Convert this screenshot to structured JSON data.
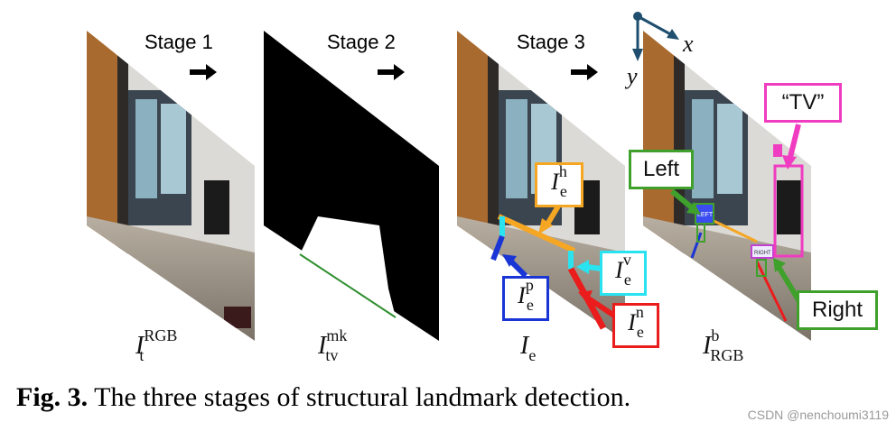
{
  "stages": {
    "stage1": "Stage 1",
    "stage2": "Stage 2",
    "stage3": "Stage 3"
  },
  "panel_labels": {
    "p1": {
      "base": "I",
      "sub": "t",
      "sup": "RGB"
    },
    "p2": {
      "base": "I",
      "sub": "tv",
      "sup": "mk"
    },
    "p3": {
      "base": "I",
      "sub": "e",
      "sup": ""
    },
    "p4": {
      "base": "I",
      "sub": "RGB",
      "sup": "b"
    }
  },
  "callouts": {
    "horizontal": {
      "base": "I",
      "sub": "e",
      "sup": "h"
    },
    "vertical": {
      "base": "I",
      "sub": "e",
      "sup": "v"
    },
    "perpendicular": {
      "base": "I",
      "sub": "e",
      "sup": "p"
    },
    "negative": {
      "base": "I",
      "sub": "e",
      "sup": "n"
    },
    "left": "Left",
    "right": "Right",
    "tv": "“TV”"
  },
  "sign_text": {
    "left": "LEFT",
    "right": "RIGHT"
  },
  "axes": {
    "x": "x",
    "y": "y"
  },
  "caption": {
    "fig": "Fig. 3.",
    "text": " The three stages of structural landmark detection."
  },
  "watermark": "CSDN @nenchoumi3119",
  "colors": {
    "orange": "#f5a623",
    "cyan": "#29e3f0",
    "blue": "#1a35d6",
    "red": "#ea1c1c",
    "green": "#3fa12c",
    "pink": "#f03cc0",
    "axis": "#1f4e6e",
    "mask_edge": "#2f8f2f"
  }
}
